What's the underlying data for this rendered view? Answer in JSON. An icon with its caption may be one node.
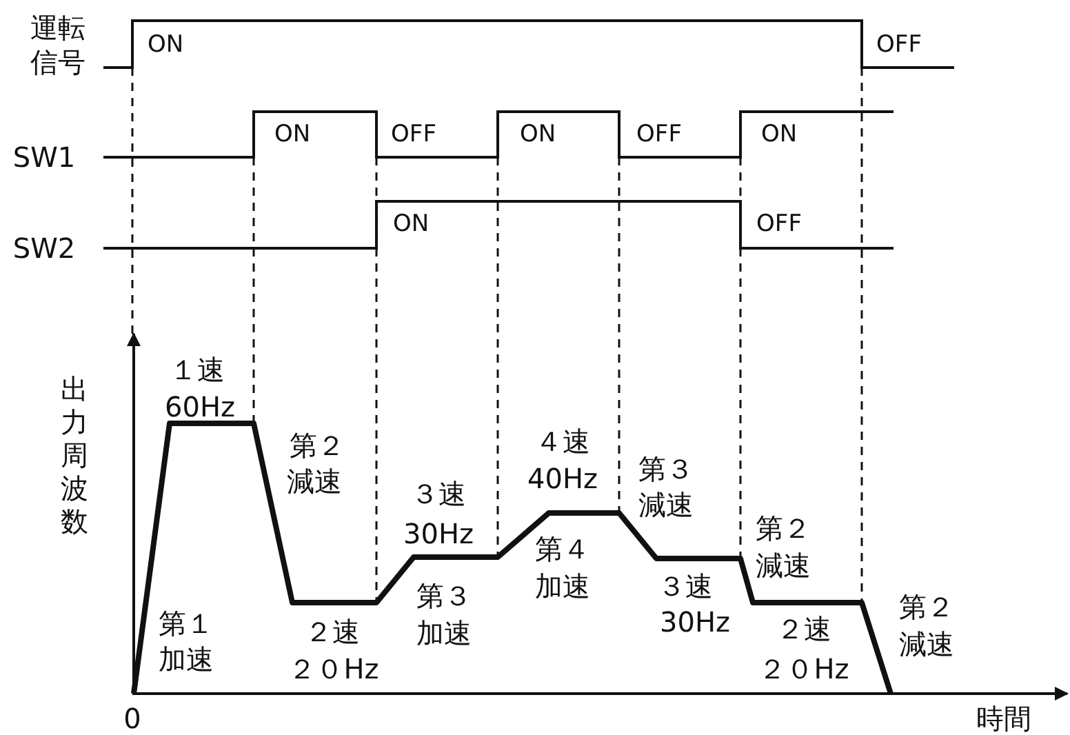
{
  "diagram": {
    "labels": [
      "運転",
      "信号",
      "ON",
      "OFF",
      "SW1",
      "ON",
      "OFF",
      "ON",
      "OFF",
      "ON",
      "SW2",
      "ON",
      "OFF",
      "出力周波数",
      "１速",
      "60Hz",
      "第２",
      "減速",
      "４速",
      "40Hz",
      "３速",
      "30Hz",
      "第３",
      "減速",
      "第２",
      "減速",
      "第４",
      "加速",
      "第３",
      "加速",
      "第１",
      "加速",
      "３速",
      "30Hz",
      "２速",
      "２０Hz",
      "第２",
      "減速",
      "２速",
      "２０Hz",
      "0",
      "時間"
    ]
  }
}
